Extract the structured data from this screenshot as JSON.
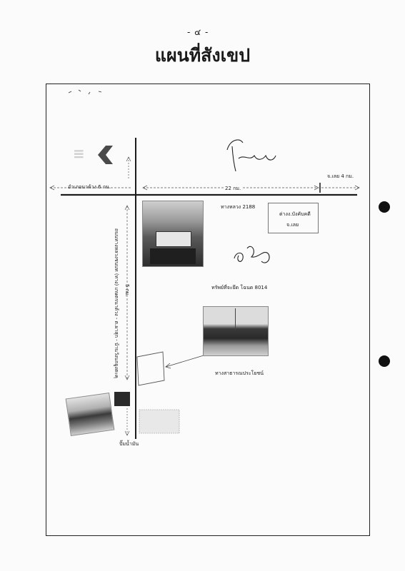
{
  "page": {
    "number": "- ๔ -",
    "title": "แผนที่สังเขป"
  },
  "map": {
    "left_road_label": "อำเภอนาด้วง 6 กม.",
    "distance_top": "22 กม.",
    "right_label": "จ.เลย  4 กม.",
    "highway_label": "ทางหลวง 2188",
    "office_label_line1": "ต่างง.บังคับคดี",
    "office_label_line2": "จ.เลย",
    "vertical_road_label": "ถนนทางหลวงชนบท (ทาง) เกษตรนาด้วง - ต.ผาสุก - บ้านวังนกยูงตะคุ",
    "vertical_distance": "5 กม.",
    "property_label": "ทรัพย์ที่จะยึด โฉนด 8014",
    "public_road_label": "ทางสาธารณประโยชน์",
    "gas_station_label": "ปั๊มน้ำมัน"
  },
  "colors": {
    "ink": "#1a1a1a",
    "line": "#222222",
    "photo_dark": "#2b2b2b"
  },
  "icons": {
    "direction": "chevron-left-icon"
  }
}
